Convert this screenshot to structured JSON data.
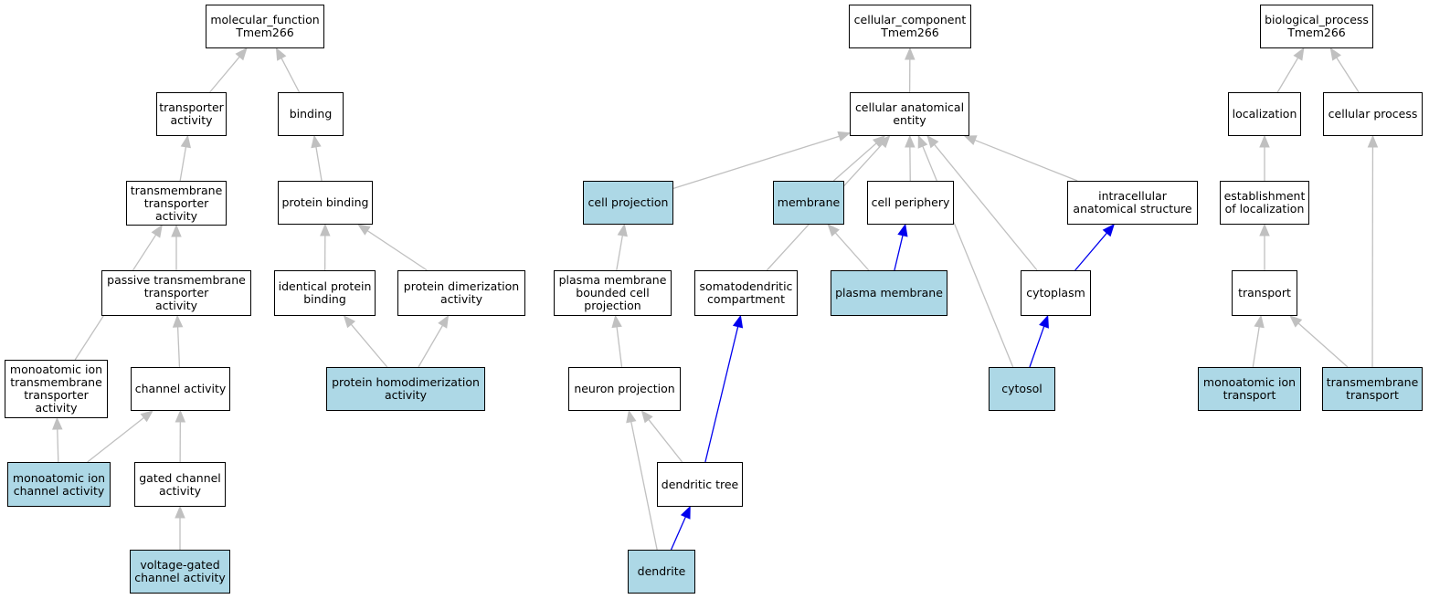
{
  "colors": {
    "highlight": "#add8e6",
    "edge_default": "#c0c0c0",
    "edge_highlight": "#0000ee",
    "border": "#000000"
  },
  "nodes": {
    "mf_root": {
      "label": "molecular_function\nTmem266",
      "highlighted": false
    },
    "transporter_activity": {
      "label": "transporter\nactivity",
      "highlighted": false
    },
    "binding": {
      "label": "binding",
      "highlighted": false
    },
    "tm_transporter_activity": {
      "label": "transmembrane\ntransporter\nactivity",
      "highlighted": false
    },
    "protein_binding": {
      "label": "protein binding",
      "highlighted": false
    },
    "passive_tm_transporter": {
      "label": "passive transmembrane\ntransporter\nactivity",
      "highlighted": false
    },
    "identical_protein_binding": {
      "label": "identical protein\nbinding",
      "highlighted": false
    },
    "protein_dimerization": {
      "label": "protein dimerization\nactivity",
      "highlighted": false
    },
    "monoatomic_ion_tm_transporter": {
      "label": "monoatomic ion\ntransmembrane\ntransporter\nactivity",
      "highlighted": false
    },
    "channel_activity": {
      "label": "channel activity",
      "highlighted": false
    },
    "protein_homodimerization": {
      "label": "protein homodimerization\nactivity",
      "highlighted": true
    },
    "monoatomic_ion_channel": {
      "label": "monoatomic ion\nchannel activity",
      "highlighted": true
    },
    "gated_channel": {
      "label": "gated channel\nactivity",
      "highlighted": false
    },
    "voltage_gated_channel": {
      "label": "voltage-gated\nchannel activity",
      "highlighted": true
    },
    "cc_root": {
      "label": "cellular_component\nTmem266",
      "highlighted": false
    },
    "cellular_anatomical_entity": {
      "label": "cellular anatomical\nentity",
      "highlighted": false
    },
    "cell_projection": {
      "label": "cell projection",
      "highlighted": true
    },
    "membrane": {
      "label": "membrane",
      "highlighted": true
    },
    "cell_periphery": {
      "label": "cell periphery",
      "highlighted": false
    },
    "intracellular_structure": {
      "label": "intracellular\nanatomical structure",
      "highlighted": false
    },
    "pm_bounded_projection": {
      "label": "plasma membrane\nbounded cell\nprojection",
      "highlighted": false
    },
    "somatodendritic": {
      "label": "somatodendritic\ncompartment",
      "highlighted": false
    },
    "plasma_membrane": {
      "label": "plasma membrane",
      "highlighted": true
    },
    "cytoplasm": {
      "label": "cytoplasm",
      "highlighted": false
    },
    "neuron_projection": {
      "label": "neuron projection",
      "highlighted": false
    },
    "cytosol": {
      "label": "cytosol",
      "highlighted": true
    },
    "dendritic_tree": {
      "label": "dendritic tree",
      "highlighted": false
    },
    "dendrite": {
      "label": "dendrite",
      "highlighted": true
    },
    "bp_root": {
      "label": "biological_process\nTmem266",
      "highlighted": false
    },
    "localization": {
      "label": "localization",
      "highlighted": false
    },
    "cellular_process": {
      "label": "cellular process",
      "highlighted": false
    },
    "establishment_localization": {
      "label": "establishment\nof localization",
      "highlighted": false
    },
    "transport": {
      "label": "transport",
      "highlighted": false
    },
    "monoatomic_ion_transport": {
      "label": "monoatomic ion\ntransport",
      "highlighted": true
    },
    "tm_transport": {
      "label": "transmembrane\ntransport",
      "highlighted": true
    }
  },
  "edges": [
    {
      "from": "transporter_activity",
      "to": "mf_root",
      "highlighted": false
    },
    {
      "from": "binding",
      "to": "mf_root",
      "highlighted": false
    },
    {
      "from": "tm_transporter_activity",
      "to": "transporter_activity",
      "highlighted": false
    },
    {
      "from": "protein_binding",
      "to": "binding",
      "highlighted": false
    },
    {
      "from": "passive_tm_transporter",
      "to": "tm_transporter_activity",
      "highlighted": false
    },
    {
      "from": "monoatomic_ion_tm_transporter",
      "to": "tm_transporter_activity",
      "highlighted": false
    },
    {
      "from": "identical_protein_binding",
      "to": "protein_binding",
      "highlighted": false
    },
    {
      "from": "protein_dimerization",
      "to": "protein_binding",
      "highlighted": false
    },
    {
      "from": "channel_activity",
      "to": "passive_tm_transporter",
      "highlighted": false
    },
    {
      "from": "protein_homodimerization",
      "to": "identical_protein_binding",
      "highlighted": false
    },
    {
      "from": "protein_homodimerization",
      "to": "protein_dimerization",
      "highlighted": false
    },
    {
      "from": "monoatomic_ion_channel",
      "to": "monoatomic_ion_tm_transporter",
      "highlighted": false
    },
    {
      "from": "monoatomic_ion_channel",
      "to": "channel_activity",
      "highlighted": false
    },
    {
      "from": "gated_channel",
      "to": "channel_activity",
      "highlighted": false
    },
    {
      "from": "voltage_gated_channel",
      "to": "gated_channel",
      "highlighted": false
    },
    {
      "from": "cellular_anatomical_entity",
      "to": "cc_root",
      "highlighted": false
    },
    {
      "from": "cell_projection",
      "to": "cellular_anatomical_entity",
      "highlighted": false
    },
    {
      "from": "membrane",
      "to": "cellular_anatomical_entity",
      "highlighted": false
    },
    {
      "from": "cell_periphery",
      "to": "cellular_anatomical_entity",
      "highlighted": false
    },
    {
      "from": "intracellular_structure",
      "to": "cellular_anatomical_entity",
      "highlighted": false
    },
    {
      "from": "somatodendritic",
      "to": "cellular_anatomical_entity",
      "highlighted": false
    },
    {
      "from": "cytoplasm",
      "to": "cellular_anatomical_entity",
      "highlighted": false
    },
    {
      "from": "cytosol",
      "to": "cellular_anatomical_entity",
      "highlighted": false
    },
    {
      "from": "pm_bounded_projection",
      "to": "cell_projection",
      "highlighted": false
    },
    {
      "from": "plasma_membrane",
      "to": "membrane",
      "highlighted": false
    },
    {
      "from": "plasma_membrane",
      "to": "cell_periphery",
      "highlighted": true
    },
    {
      "from": "cytoplasm",
      "to": "intracellular_structure",
      "highlighted": true
    },
    {
      "from": "neuron_projection",
      "to": "pm_bounded_projection",
      "highlighted": false
    },
    {
      "from": "cytosol",
      "to": "cytoplasm",
      "highlighted": true
    },
    {
      "from": "dendritic_tree",
      "to": "neuron_projection",
      "highlighted": false
    },
    {
      "from": "dendritic_tree",
      "to": "somatodendritic",
      "highlighted": true
    },
    {
      "from": "dendrite",
      "to": "neuron_projection",
      "highlighted": false
    },
    {
      "from": "dendrite",
      "to": "dendritic_tree",
      "highlighted": true
    },
    {
      "from": "localization",
      "to": "bp_root",
      "highlighted": false
    },
    {
      "from": "cellular_process",
      "to": "bp_root",
      "highlighted": false
    },
    {
      "from": "establishment_localization",
      "to": "localization",
      "highlighted": false
    },
    {
      "from": "transport",
      "to": "establishment_localization",
      "highlighted": false
    },
    {
      "from": "monoatomic_ion_transport",
      "to": "transport",
      "highlighted": false
    },
    {
      "from": "tm_transport",
      "to": "transport",
      "highlighted": false
    },
    {
      "from": "tm_transport",
      "to": "cellular_process",
      "highlighted": false
    }
  ]
}
